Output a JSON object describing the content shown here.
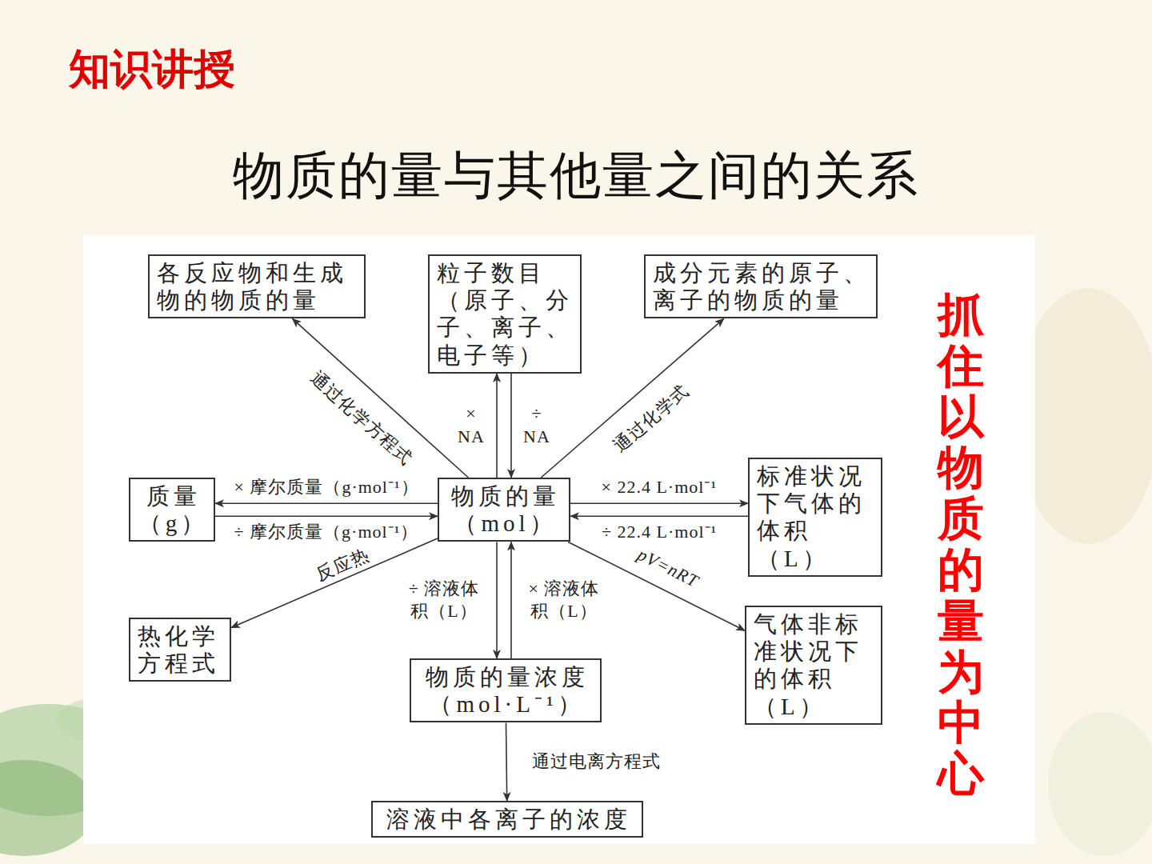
{
  "diagram": {
    "title": "物质的量与其他量之间的关系",
    "nodes": [
      {
        "text": [
          "各反应物和生成物的物质的量"
        ]
      },
      {
        "text": [
          "粒子数目（原子、分子、离子、电子等）"
        ]
      },
      {
        "text": [
          "成分元素的原子、离子的物质的量"
        ]
      },
      {
        "text": [
          "质量（g）"
        ]
      },
      {
        "text": [
          "物质的量（mol）"
        ]
      },
      {
        "text": [
          "标准状况下气体的体积（L）"
        ]
      },
      {
        "text": [
          "热化学方程式"
        ]
      },
      {
        "text": [
          "物质的量浓度（mol·L⁻¹）"
        ]
      },
      {
        "text": [
          "气体非标准状况下的体积（L）"
        ]
      },
      {
        "text": [
          "溶液中各离子的浓度"
        ]
      }
    ],
    "edges": [
      {
        "from": 4,
        "to": 0,
        "label": "通过化学方程式",
        "arrow": "to"
      },
      {
        "from": 4,
        "to": 1,
        "label": "× NA",
        "arrow": "to"
      },
      {
        "from": 1,
        "to": 4,
        "label": "÷ NA",
        "arrow": "to"
      },
      {
        "from": 4,
        "to": 2,
        "label": "通过化学式",
        "arrow": "to"
      },
      {
        "from": 4,
        "to": 3,
        "label": "× 摩尔质量（g·mol⁻¹）",
        "arrow": "to"
      },
      {
        "from": 3,
        "to": 4,
        "label": "÷ 摩尔质量（g·mol⁻¹）",
        "arrow": "to"
      },
      {
        "from": 4,
        "to": 5,
        "label": "× 22.4 L·mol⁻¹",
        "arrow": "to"
      },
      {
        "from": 5,
        "to": 4,
        "label": "÷ 22.4 L·mol⁻¹",
        "arrow": "to"
      },
      {
        "from": 4,
        "to": 6,
        "label": "反应热",
        "arrow": "to"
      },
      {
        "from": 4,
        "to": 8,
        "label": "pV=nRT",
        "arrow": "to"
      },
      {
        "from": 4,
        "to": 7,
        "label": "÷ 溶液体积（L）",
        "arrow": "to"
      },
      {
        "from": 7,
        "to": 4,
        "label": "× 溶液体积（L）",
        "arrow": "to"
      },
      {
        "from": 7,
        "to": 9,
        "label": "通过电离方程式",
        "arrow": "to"
      }
    ],
    "labels": [
      "知识讲授",
      "抓住以物质的量为中心"
    ]
  }
}
